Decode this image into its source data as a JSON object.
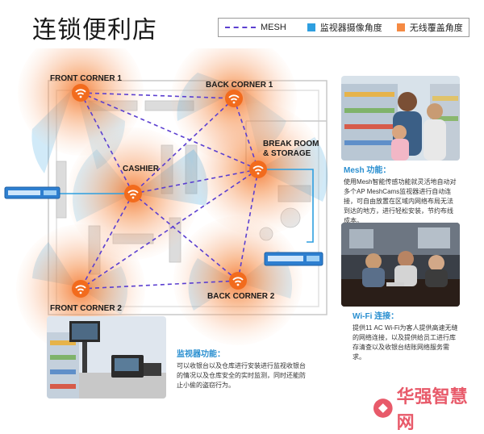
{
  "title": "连锁便利店",
  "legend": {
    "mesh": "MESH",
    "camera": "监视器摄像角度",
    "coverage": "无线覆盖角度",
    "camera_color": "#2e9fe0",
    "coverage_color": "#f58a43",
    "mesh_color": "#5b3fd0"
  },
  "zones": {
    "front_corner_1": "FRONT CORNER 1",
    "back_corner_1": "BACK CORNER 1",
    "break_room_line1": "BREAK ROOM",
    "break_room_line2": "& STORAGE",
    "cashier": "CASHIER",
    "front_corner_2": "FRONT CORNER 2",
    "back_corner_2": "BACK CORNER 2"
  },
  "captions": {
    "mesh": {
      "head": "Mesh 功能：",
      "body": "使用Mesh智能传感功能就灵活地自动对多个AP MeshCams监视器进行自动连接，可自由放置在区域内网络布局无法到达的地方，进行轻松安装，节约布线成本。"
    },
    "wifi": {
      "head": "Wi-Fi 连接：",
      "body": "提供11 AC Wi-Fi为客人提供高速无缝的网络连接，以及提供给员工进行库存清查以及收银台结账网络服务需求。"
    },
    "monitor": {
      "head": "监视器功能：",
      "body": "可以收银台以及仓库进行安装进行监视收银台的情况以及仓库安全的实时监测，同时还能防止小偷的盗窃行为。"
    }
  },
  "watermark": "华强智慧网"
}
